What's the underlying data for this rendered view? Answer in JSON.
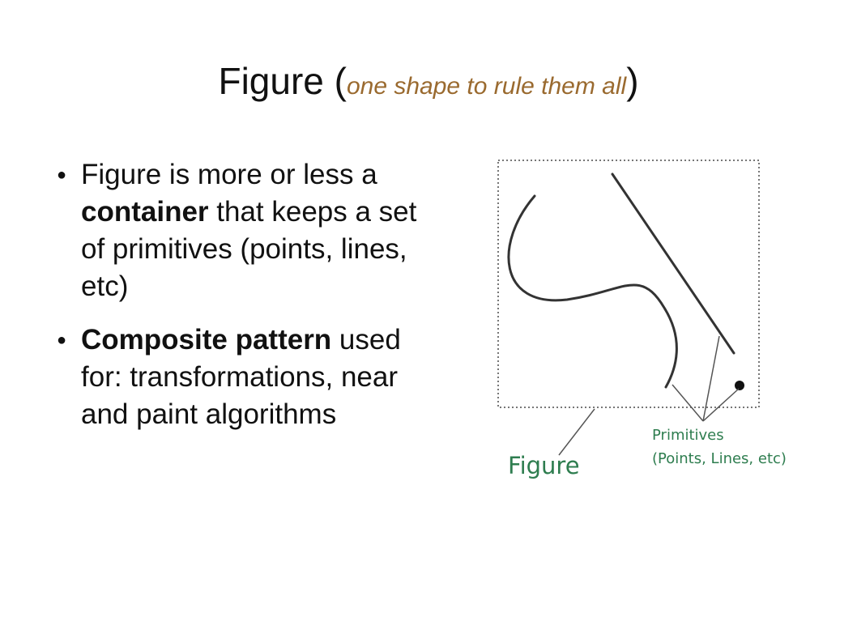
{
  "slide": {
    "title_main": "Figure (",
    "title_sub": "one shape to rule them all",
    "title_close": ")",
    "bullets": [
      {
        "pre": "Figure is more or less a ",
        "bold": "container",
        "post": " that keeps a set of primitives (points, lines, etc)"
      },
      {
        "pre": "",
        "bold": "Composite pattern",
        "post": " used for: transformations, near and paint algorithms"
      }
    ],
    "bullet_symbol": "●"
  },
  "diagram": {
    "figure_label": "Figure",
    "primitives_label_line1": "Primitives",
    "primitives_label_line2": "(Points, Lines, etc)",
    "colors": {
      "figure_label": "#2e7d4f",
      "primitives_label": "#2e7d4f",
      "strokes": "#333333",
      "subtitle": "#9a6a2f"
    }
  }
}
